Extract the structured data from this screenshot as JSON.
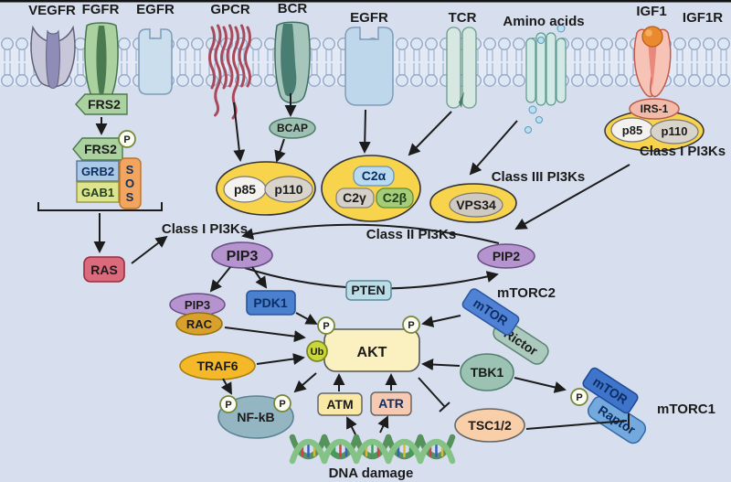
{
  "membrane": {
    "receptors": {
      "vegfr": "VEGFR",
      "fgfr": "FGFR",
      "egfr_left": "EGFR",
      "gpcr": "GPCR",
      "bcr": "BCR",
      "egfr_mid": "EGFR",
      "tcr": "TCR",
      "amino_acids": "Amino acids",
      "igf1": "IGF1",
      "igf1r": "IGF1R"
    }
  },
  "adapters": {
    "frs2_top": "FRS2",
    "frs2": "FRS2",
    "grb2": "GRB2",
    "gab1": "GAB1",
    "sos": [
      "S",
      "O",
      "S"
    ],
    "bcap": "BCAP",
    "irs1": "IRS-1"
  },
  "pi3k": {
    "class1_left": {
      "label": "Class I PI3Ks",
      "p85": "p85",
      "p110": "p110"
    },
    "class2": {
      "label": "Class II PI3Ks",
      "c2a": "C2α",
      "c2g": "C2γ",
      "c2b": "C2β"
    },
    "class3": {
      "label": "Class III PI3Ks",
      "vps34": "VPS34"
    },
    "class1_right": {
      "label": "Class I PI3Ks",
      "p85": "p85",
      "p110": "p110"
    }
  },
  "nodes": {
    "ras": "RAS",
    "pip3": "PIP3",
    "pip3_small": "PIP3",
    "pip2": "PIP2",
    "pten": "PTEN",
    "pdk1": "PDK1",
    "rac": "RAC",
    "akt": "AKT",
    "ub": "Ub",
    "phospho": "P",
    "traf6": "TRAF6",
    "nfkb": "NF-kB",
    "atm": "ATM",
    "atr": "ATR",
    "tbk1": "TBK1",
    "tsc12": "TSC1/2",
    "mtor": "mTOR",
    "rictor": "Rictor",
    "raptor": "Raptor",
    "mtorc2": "mTORC2",
    "mtorc1": "mTORC1",
    "dna_damage": "DNA damage"
  },
  "colors": {
    "background": "#d7dfee",
    "membrane_head": "#dde6f3",
    "membrane_outline": "#8fa5c5",
    "pi3k_complex_yellow": "#f8d44d",
    "lipid_purple": "#b593cf",
    "akt_yellow": "#fbf0bf",
    "mtor_blue": "#4f82d4",
    "raptor_blue": "#73a9dc",
    "rictor_green": "#abc9bc",
    "pdk1_blue": "#4b80cf",
    "ras_red": "#da6a7c",
    "traf6_gold": "#f4b829",
    "rac_gold": "#d9a12b",
    "ub_green": "#c9d63c",
    "nfkb_bluegray": "#93b6c2",
    "tsc_peach": "#f9cfa9",
    "atr_pink": "#f6c9b3",
    "atm_yellow": "#f9e9a4",
    "pten_blue": "#bcdde8",
    "dna_green": "#85c285",
    "line_black": "#1c1c1c"
  }
}
